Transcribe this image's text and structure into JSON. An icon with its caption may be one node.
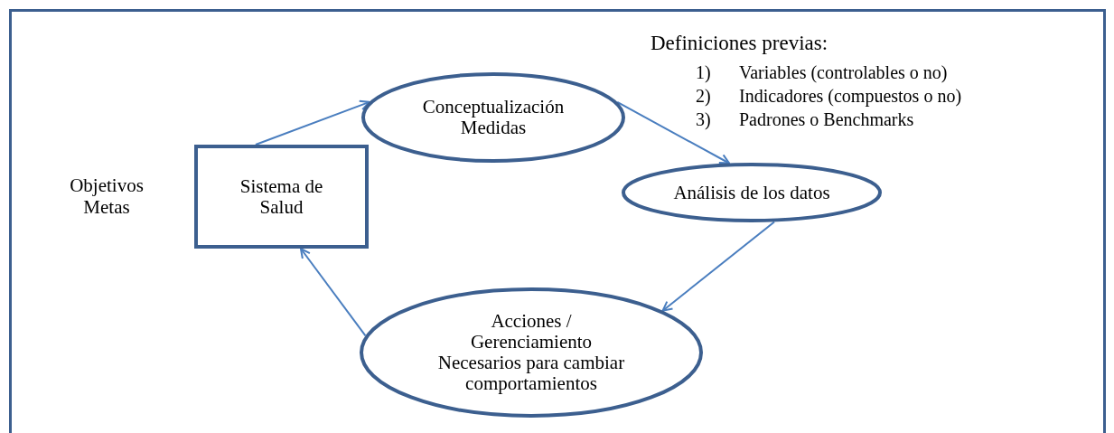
{
  "diagram": {
    "nodes": [
      {
        "text": [
          "Sistema de Salud"
        ]
      },
      {
        "text": [
          "Conceptualización Medidas"
        ]
      },
      {
        "text": [
          "Análisis de los  datos"
        ]
      },
      {
        "text": [
          "Acciones / Gerenciamiento",
          "Necesarios para cambiar comportamientos"
        ]
      }
    ],
    "edges": [
      {
        "from": 0,
        "to": 1,
        "arrow": "to"
      },
      {
        "from": 1,
        "to": 2,
        "arrow": "to"
      },
      {
        "from": 2,
        "to": 3,
        "arrow": "to"
      },
      {
        "from": 3,
        "to": 0,
        "arrow": "to"
      }
    ],
    "labels": [
      "Objetivos Metas",
      "Definiciones previas:",
      "1)",
      "Variables  (controlables o no)",
      "2)",
      "Indicadores (compuestos o no)",
      "3)",
      "Padrones o Benchmarks"
    ]
  }
}
